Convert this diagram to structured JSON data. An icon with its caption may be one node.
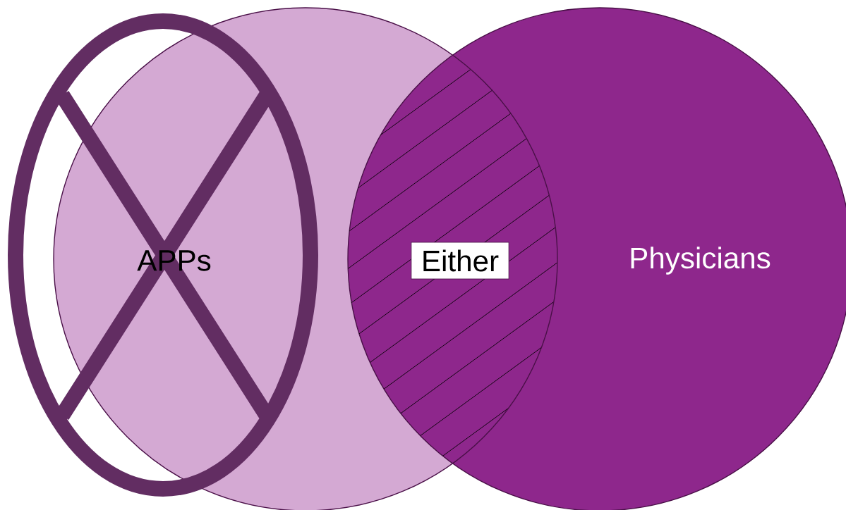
{
  "diagram": {
    "nodes": [
      {
        "text": [
          "APPs"
        ]
      },
      {
        "text": [
          "Physicians"
        ]
      },
      {
        "text": [
          "Either"
        ]
      }
    ]
  }
}
